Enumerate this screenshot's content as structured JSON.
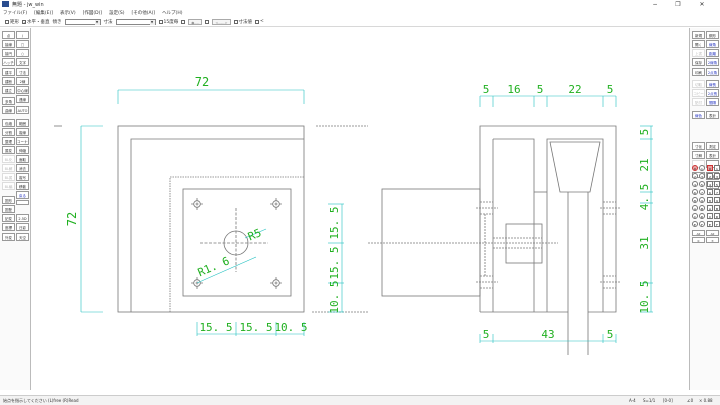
{
  "window": {
    "title": "無題 - jw_win",
    "controls": {
      "minimize": "−",
      "restore": "❐",
      "close": "✕"
    }
  },
  "menu": [
    "ファイル(F)",
    "[編集(E)]",
    "表示(V)",
    "[作図(D)]",
    "設定(S)",
    "[その他(A)]",
    "ヘルプ(H)"
  ],
  "toolbar": {
    "rect_check": {
      "label": "矩形",
      "checked": false
    },
    "hv_check": {
      "label": "水平・垂直",
      "checked": true
    },
    "slope_label": "傾き",
    "slope_value": "",
    "dim_label": "寸法",
    "dim_value": "",
    "deg15_check": {
      "label": "15度毎",
      "checked": false
    },
    "btn1_label": "●----",
    "btn2_label": "<----->",
    "dimval_check": {
      "label": "寸法値",
      "checked": false
    },
    "last_check": {
      "label": "<",
      "checked": false
    }
  },
  "left_panel": {
    "col1": [
      "点",
      "接線",
      "接円",
      "ハッチ",
      "建平",
      "建断",
      "建立",
      "多角",
      "曲線",
      "",
      "包絡",
      "分割",
      "整理",
      "属変",
      "BL化",
      "BL解",
      "BL属",
      "BL編",
      "",
      "図形",
      "図登",
      "記変",
      "座標",
      "外変"
    ],
    "col2": [
      "/",
      "□",
      "○",
      "文字",
      "寸法",
      "2線",
      "中心線",
      "連線",
      "AUTO",
      "",
      "範囲",
      "複線",
      "コーナー",
      "伸縮",
      "面取",
      "消去",
      "複写",
      "移動",
      "戻る",
      "",
      "",
      "2.5D",
      "日影",
      "天空"
    ]
  },
  "right_panel": {
    "col1": [
      "新規",
      "開く",
      "上書",
      "保存",
      "印刷",
      "切取",
      "コピー",
      "貼付",
      "",
      "線色",
      "",
      "寸化",
      "寸解",
      "",
      "",
      ""
    ],
    "col2": [
      "鋼形",
      "線角",
      "距離",
      "2線角",
      "2点角",
      "線長",
      "2点長",
      "間隔",
      "",
      "表計",
      "",
      "測定",
      "表計",
      "",
      "式計",
      "式1"
    ],
    "layer_groups": [
      "0",
      "1",
      "2",
      "3",
      "4",
      "5",
      "6",
      "7",
      "8",
      "9",
      "A",
      "B",
      "C",
      "D",
      "E",
      "F"
    ],
    "layers": [
      "0",
      "1",
      "2",
      "3",
      "4",
      "5",
      "6",
      "7",
      "8",
      "9",
      "A",
      "B",
      "C",
      "D",
      "E",
      "F"
    ],
    "all_label_left": "All",
    "all_value_left": "0",
    "all_label_right": "All",
    "all_value_right": "✕"
  },
  "drawing": {
    "front_view": {
      "dim_top": "72",
      "dim_left": "72",
      "dim_bottom": [
        "15. 5",
        "15. 5",
        "10. 5"
      ],
      "dim_right": [
        "15. 5",
        "15. 5",
        "10. 5"
      ],
      "radius_large": "R5",
      "radius_small": "R1. 6"
    },
    "side_view": {
      "dim_top": [
        "5",
        "16",
        "5",
        "22",
        "5"
      ],
      "dim_right": [
        "5",
        "21",
        "4. 5",
        "31",
        "10. 5"
      ],
      "dim_bottom": [
        "5",
        "43",
        "5"
      ]
    },
    "colors": {
      "geometry": "#777777",
      "dimension_line": "#20c0c0",
      "dimension_text": "#20b020"
    }
  },
  "statusbar": {
    "message": "始点を指示してください (L)free (R)Read",
    "paper": "A-4",
    "scale": "S=1/1",
    "layer": "[0-0]",
    "angle": "∠0",
    "zoom": "× 0.88"
  }
}
